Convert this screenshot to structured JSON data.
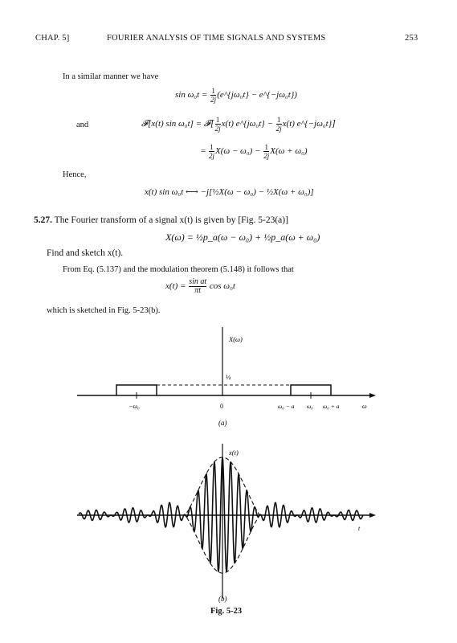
{
  "header": {
    "chapter": "CHAP. 5]",
    "title": "FOURIER ANALYSIS OF TIME SIGNALS AND SYSTEMS",
    "page_number": "253"
  },
  "body": {
    "intro": "In a similar manner we have",
    "and": "and",
    "hence": "Hence,",
    "eq1_lhs": "sin ω₀t = ",
    "eq1_rhs": "(e^{jω₀t} − e^{−jω₀t})",
    "eq2_lhs": "𝓕[x(t) sin ω₀t] = 𝓕",
    "eq2_rhs": "x(t) e^{jω₀t} − ",
    "eq2_rhs2": "x(t) e^{−jω₀t}",
    "eq3": "X(ω − ω₀) − ",
    "eq3b": "X(ω + ω₀)",
    "eq4": "x(t) sin ω₀t ⟷ −j[½X(ω − ω₀) − ½X(ω + ω₀)]",
    "frac_num": "1",
    "frac_den": "2j"
  },
  "problem": {
    "number": "5.27.",
    "statement": "The Fourier transform of a signal x(t) is given by [Fig. 5-23(a)]",
    "equation": "X(ω) = ½p_a(ω − ω₀) + ½p_a(ω + ω₀)",
    "task": "Find and sketch x(t).",
    "solution_intro": "From Eq. (5.137) and the modulation theorem (5.148) it follows that",
    "result_lhs": "x(t) = ",
    "result_num": "sin at",
    "result_den": "πt",
    "result_rhs": " cos ω₀t",
    "sketch_note": "which is sketched in Fig. 5-23(b)."
  },
  "figure": {
    "a": {
      "ylabel": "X(ω)",
      "half_label": "½",
      "tick_neg": "−ω₀",
      "tick_zero": "0",
      "tick_low": "ω₀ − a",
      "tick_mid": "ω₀",
      "tick_high": "ω₀ + a",
      "xlabel": "ω",
      "caption": "(a)"
    },
    "b": {
      "ylabel": "x(t)",
      "xlabel": "t",
      "caption": "(b)"
    },
    "caption": "Fig. 5-23"
  }
}
